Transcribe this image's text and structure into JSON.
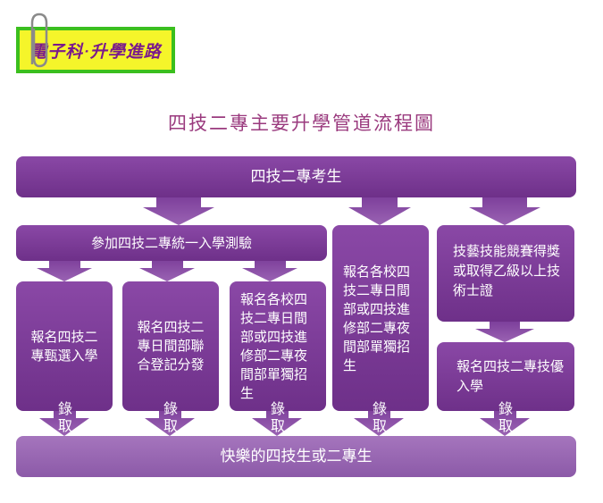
{
  "badge": {
    "text": "電子科‧升學進路"
  },
  "title": "四技二專主要升學管道流程圖",
  "top_box": "四技二專考生",
  "exam_box": "參加四技二專統一入學測驗",
  "col1": "報名四技二專甄選入學",
  "col2": "報名四技二專日間部聯合登記分發",
  "col3": "報名各校四技二專日間部或四技進修部二專夜間部單獨招生",
  "col4": "報名各校四技二專日間部或四技進修部二專夜間部單獨招生",
  "skill_box": "技藝技能競賽得獎或取得乙級以上技術士證",
  "skill_admit": "報名四技二專技優入學",
  "admit_label": "錄取",
  "bottom_box": "快樂的四技生或二專生",
  "colors": {
    "primary": "#7a3a98",
    "light": "#a26fba",
    "badge_border": "#3bbf1e",
    "badge_fill": "#f5f52a",
    "title": "#9a3a7e"
  }
}
